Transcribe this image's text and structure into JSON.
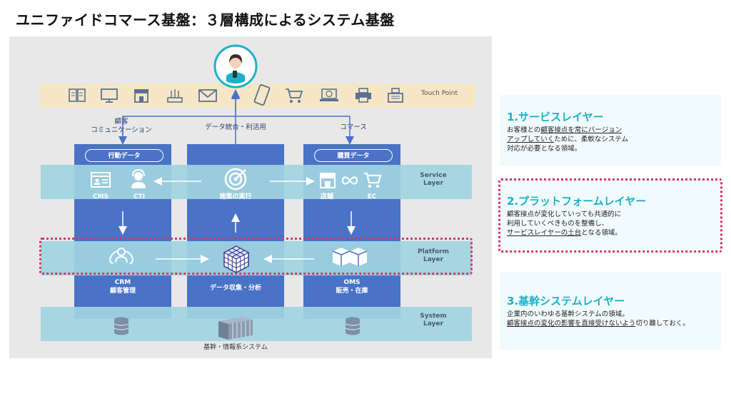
{
  "title": "ユニファイドコマース基盤：３層構成によるシステム基盤",
  "diagram": {
    "touch_point_label": "Touch Point",
    "touch_icons": [
      "book-icon",
      "monitor-icon",
      "store-icon",
      "router-icon",
      "mail-icon",
      "tablet-icon",
      "cart-icon",
      "laptop-web-icon",
      "printer-icon",
      "pos-register-icon"
    ],
    "flow_labels": {
      "left": "顧客\nコミュニケーション",
      "center": "データ統合・利活用",
      "right": "コマース"
    },
    "layers": {
      "service": "Service\nLayer",
      "platform": "Platform\nLayer",
      "system": "System\nLayer"
    },
    "columns": {
      "left": {
        "pill": "行動データ",
        "cms": "CMS",
        "cti": "CTI",
        "crm": "CRM\n顧客管理"
      },
      "center": {
        "action": "施策の実行",
        "data": "データ収集・分析"
      },
      "right": {
        "pill": "購買データ",
        "store": "店舗",
        "ec": "EC",
        "oms": "OMS\n販売・在庫"
      }
    },
    "system_label": "基幹・情報系システム"
  },
  "cards": [
    {
      "title": "1.サービスレイヤー",
      "lines": [
        [
          {
            "t": "お客様との",
            "u": false
          },
          {
            "t": "顧客接点を常にバージョン",
            "u": true
          }
        ],
        [
          {
            "t": "アップしていく",
            "u": true
          },
          {
            "t": "ために、柔軟なシステム",
            "u": false
          }
        ],
        [
          {
            "t": "対応が必要となる領域。",
            "u": false
          }
        ]
      ]
    },
    {
      "title": "2.プラットフォームレイヤー",
      "lines": [
        [
          {
            "t": "顧客接点が変化していっても共通的に",
            "u": false
          }
        ],
        [
          {
            "t": "利用していくべきものを整備し、",
            "u": false
          }
        ],
        [
          {
            "t": "サービスレイヤーの土台",
            "u": true
          },
          {
            "t": "となる領域。",
            "u": false
          }
        ]
      ]
    },
    {
      "title": "3.基幹システムレイヤー",
      "lines": [
        [
          {
            "t": "企業内のいわゆる基幹システムの領域。",
            "u": false
          }
        ],
        [
          {
            "t": "顧客接点の変化の影響を直接受けないよう",
            "u": true
          },
          {
            "t": "切り離しておく。",
            "u": false
          }
        ]
      ]
    }
  ],
  "colors": {
    "column": "#4a72c6",
    "layer": "#9fd4e0",
    "touch": "#f5e7c5",
    "accent": "#1bb1c9",
    "highlight": "#d0386a"
  }
}
